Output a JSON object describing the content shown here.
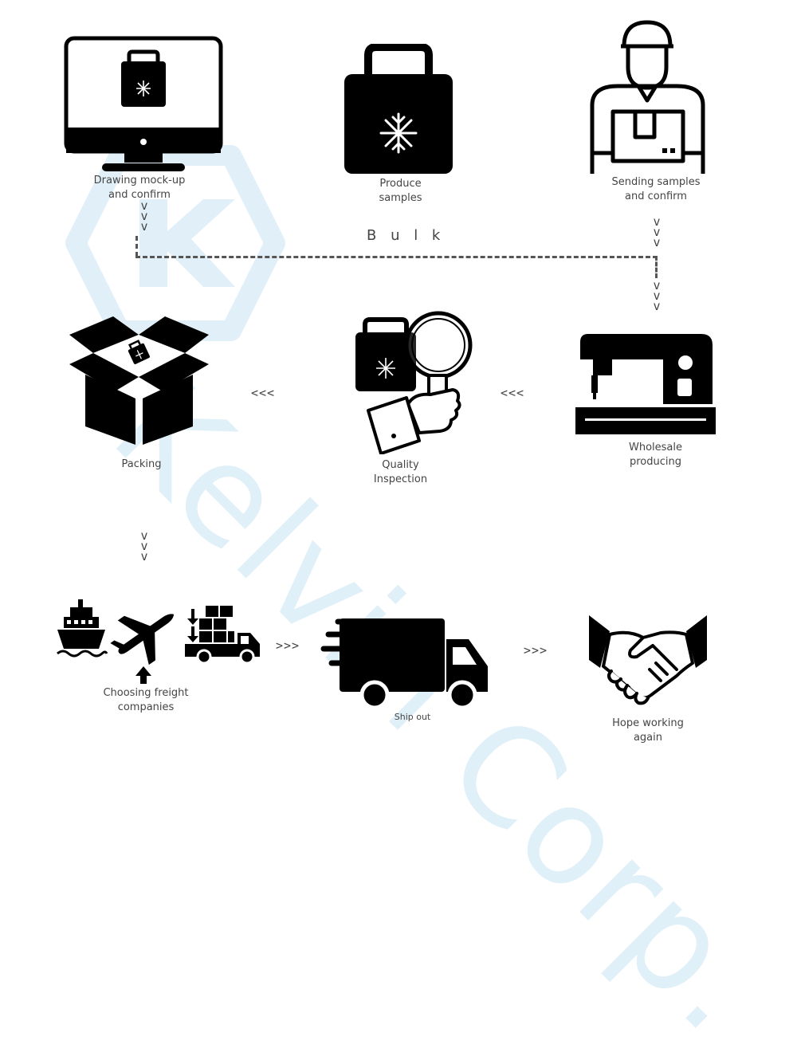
{
  "watermark": {
    "text": "Kelvin Corp.",
    "color": "#4fa8d8"
  },
  "steps": {
    "drawing": {
      "label": "Drawing mock-up\nand confirm",
      "icon": "monitor-with-cooler-bag-icon"
    },
    "produce": {
      "label": "Produce\nsamples",
      "icon": "cooler-bag-icon"
    },
    "sending": {
      "label": "Sending samples\nand confirm",
      "icon": "delivery-man-icon"
    },
    "packing": {
      "label": "Packing",
      "icon": "open-box-icon"
    },
    "quality": {
      "label": "Quality\nInspection",
      "icon": "magnifier-inspection-icon"
    },
    "wholesale": {
      "label": "Wholesale\nproducing",
      "icon": "sewing-machine-icon"
    },
    "freight": {
      "label": "Choosing freight\ncompanies",
      "icon": "ship-plane-truck-icon"
    },
    "shipout": {
      "label": "Ship out",
      "icon": "fast-truck-icon"
    },
    "hope": {
      "label": "Hope working\nagain",
      "icon": "handshake-icon"
    }
  },
  "connectors": {
    "bulk_label": "B u l k",
    "down_arrow": "v\nv\nv",
    "left_arrow": "<<<",
    "right_arrow": ">>>"
  }
}
